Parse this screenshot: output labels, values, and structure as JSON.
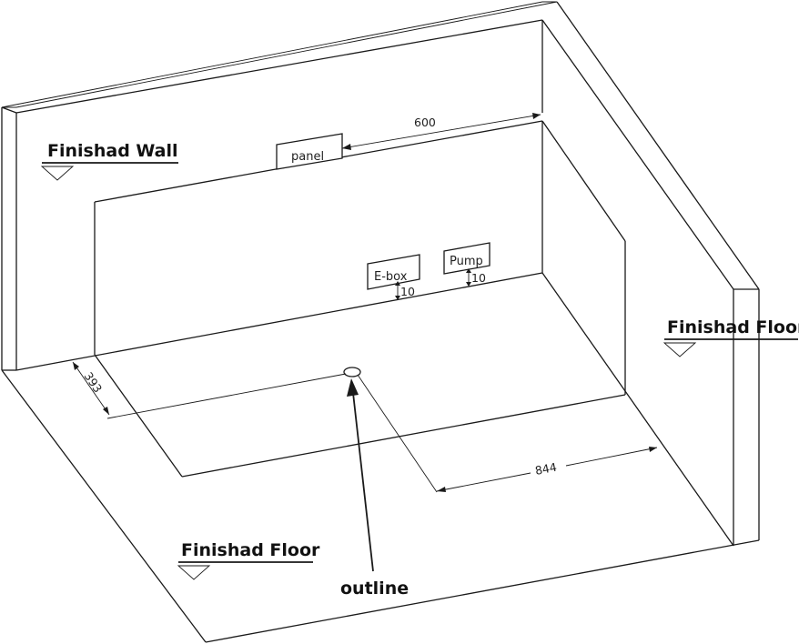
{
  "labels": {
    "wall": "Finishad Wall",
    "floor_right": "Finishad Floor",
    "floor_front": "Finishad Floor",
    "outline": "outline"
  },
  "tags": {
    "panel": "panel",
    "ebox": "E-box",
    "pump": "Pump"
  },
  "dimensions": {
    "panel_offset": "600",
    "ebox_height": "10",
    "pump_height": "10",
    "side_offset": "393",
    "front_offset": "844"
  }
}
